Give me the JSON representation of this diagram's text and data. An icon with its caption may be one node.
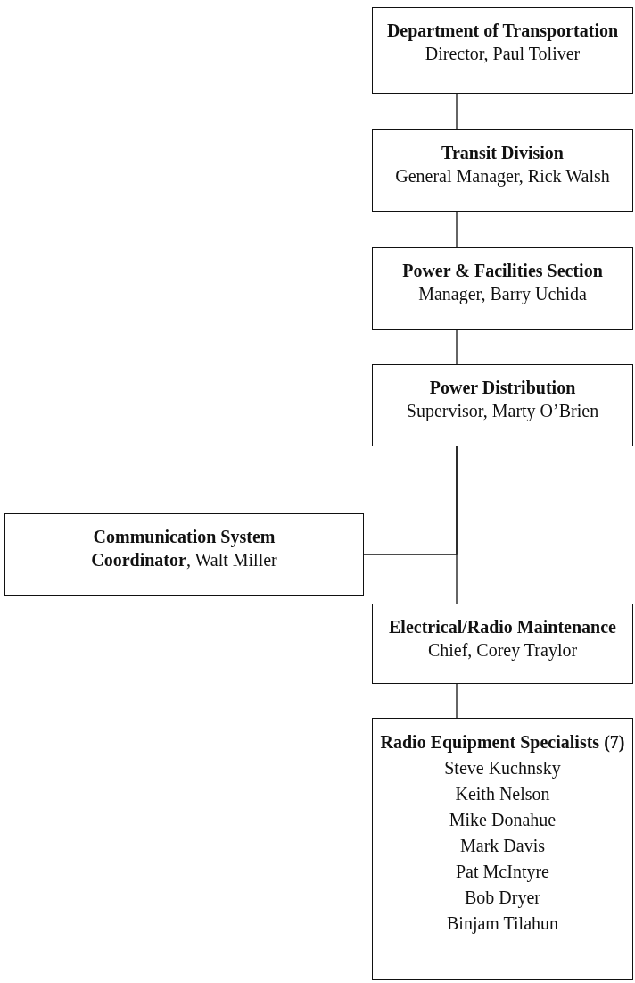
{
  "diagram": {
    "nodes": [
      {
        "text": [
          "Department of Transportation",
          "Director, Paul Toliver"
        ]
      },
      {
        "text": [
          "Transit Division",
          "General Manager, Rick Walsh"
        ]
      },
      {
        "text": [
          "Power & Facilities Section",
          "Manager, Barry Uchida"
        ]
      },
      {
        "text": [
          "Power Distribution",
          "Supervisor, Marty O’Brien"
        ]
      },
      {
        "text": [
          "Communication System",
          "**Coordinator**, Walt Miller"
        ]
      },
      {
        "text": [
          "Electrical/Radio Maintenance",
          "Chief, Corey Traylor"
        ]
      },
      {
        "text": [
          "Radio Equipment Specialists (7)",
          "Steve Kuchnsky",
          "Keith Nelson",
          "Mike Donahue",
          "Mark Davis",
          "Pat McIntyre",
          "Bob Dryer",
          "Binjam Tilahun"
        ]
      }
    ],
    "edges": [
      {
        "from": 0,
        "to": 1,
        "arrow": "none"
      },
      {
        "from": 1,
        "to": 2,
        "arrow": "none"
      },
      {
        "from": 2,
        "to": 3,
        "arrow": "none"
      },
      {
        "from": 3,
        "to": 4,
        "arrow": "none"
      },
      {
        "from": 3,
        "to": 5,
        "arrow": "none"
      },
      {
        "from": 5,
        "to": 6,
        "arrow": "none"
      }
    ]
  }
}
